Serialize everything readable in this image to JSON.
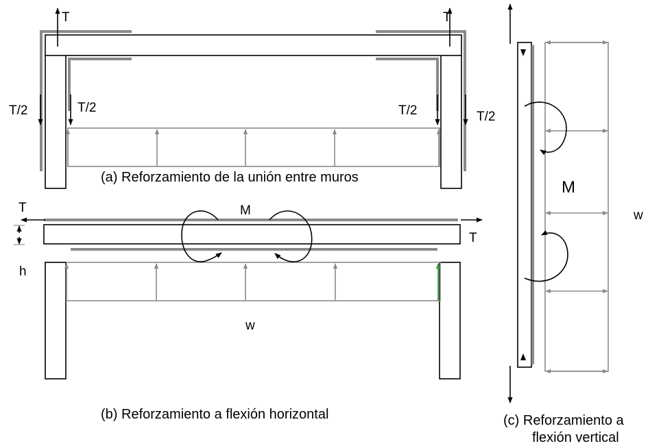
{
  "labels": {
    "T": "T",
    "T_half": "T/2",
    "M": "M",
    "h": "h",
    "w": "w"
  },
  "captions": {
    "a": "(a) Reforzamiento de la unión entre muros",
    "b": "(b) Reforzamiento a flexión horizontal",
    "c_line1": "(c) Reforzamiento a",
    "c_line2": "flexión vertical"
  },
  "colors": {
    "line": "#000000",
    "frp": "#8a8a8a",
    "accent": "#2e9b2e"
  }
}
